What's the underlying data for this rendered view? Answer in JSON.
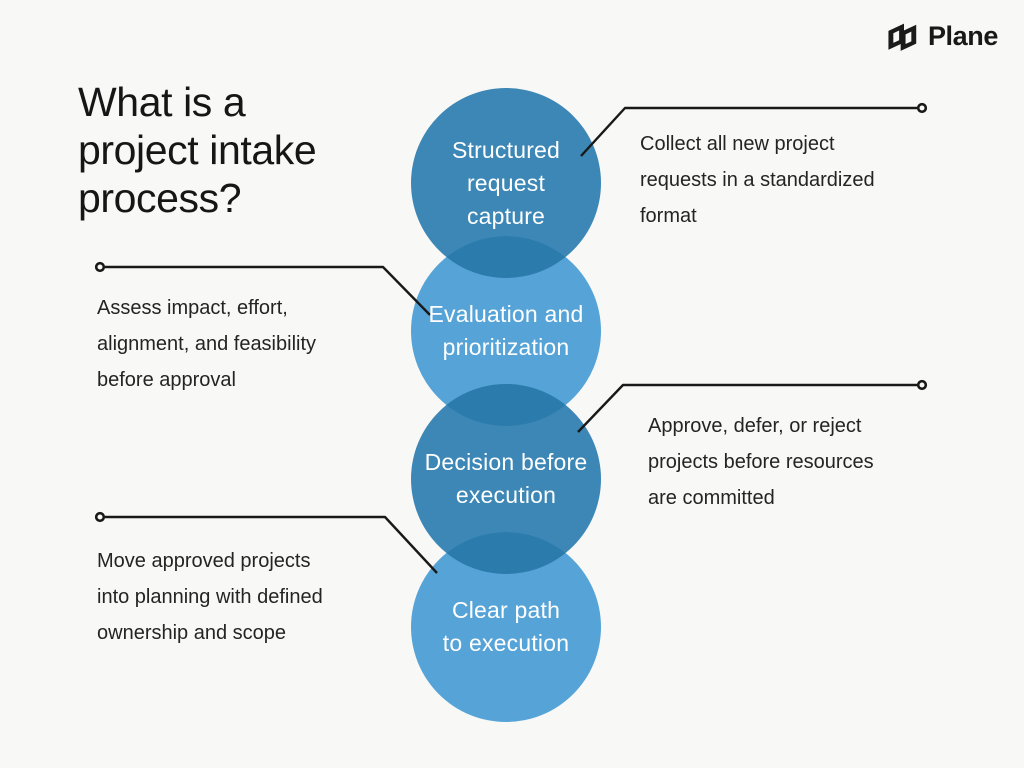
{
  "page": {
    "background": "#f8f8f7"
  },
  "logo": {
    "brand": "Plane"
  },
  "title": {
    "lines": [
      "What is a",
      "project intake",
      "process?"
    ]
  },
  "colors": {
    "circle_dark": "#3c87b5",
    "circle_light": "#56a4d7",
    "circle_overlap": "#2b7cad",
    "line": "#191919",
    "circle_text": "#ffffff",
    "body_text": "#242424"
  },
  "diagram": {
    "steps": [
      {
        "label": "Structured request capture",
        "label_lines": [
          "Structured",
          "request",
          "capture"
        ],
        "tone": "dark",
        "callout": {
          "side": "right",
          "text": "Collect all new project requests in a standardized format",
          "lines": [
            "Collect all new project",
            "requests in a standardized",
            "format"
          ]
        }
      },
      {
        "label": "Evaluation and prioritization",
        "label_lines": [
          "Evaluation and",
          "prioritization"
        ],
        "tone": "light",
        "callout": {
          "side": "left",
          "text": "Assess impact, effort, alignment, and feasibility before approval",
          "lines": [
            "Assess impact, effort,",
            "alignment, and feasibility",
            "before approval"
          ]
        }
      },
      {
        "label": "Decision before execution",
        "label_lines": [
          "Decision before",
          "execution"
        ],
        "tone": "dark",
        "callout": {
          "side": "right",
          "text": "Approve, defer, or reject projects before resources are committed",
          "lines": [
            "Approve, defer, or reject",
            "projects before resources",
            "are committed"
          ]
        }
      },
      {
        "label": "Clear path to execution",
        "label_lines": [
          "Clear path",
          "to execution"
        ],
        "tone": "light",
        "callout": {
          "side": "left",
          "text": "Move approved projects into planning with defined ownership and scope",
          "lines": [
            "Move approved projects",
            "into planning with defined",
            "ownership and scope"
          ]
        }
      }
    ]
  }
}
